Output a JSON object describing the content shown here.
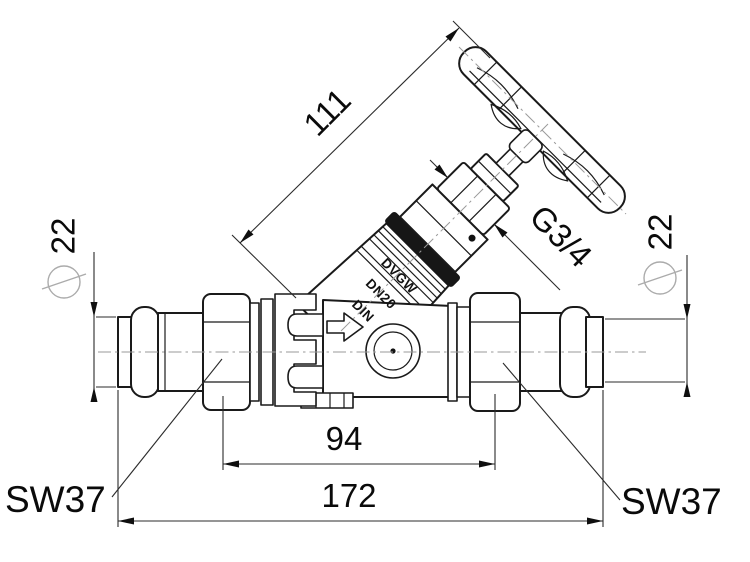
{
  "drawing": {
    "type": "technical-dimension-drawing",
    "subject": "inclined-seat valve with press connections and handwheel",
    "colors": {
      "background": "#ffffff",
      "outline": "#1a1a1a",
      "dimension_lines": "#2b2b2b",
      "centerlines": "#9a9a9a",
      "diameter_symbol": "#ababab"
    }
  },
  "dims": {
    "d111": "111",
    "g34": "G3/4",
    "d22_left": "22",
    "d22_right": "22",
    "d94": "94",
    "d172": "172",
    "sw37_left": "SW37",
    "sw37_right": "SW37"
  },
  "markings": {
    "dvgw": "DVGW",
    "dn20": "DN20",
    "din": "DIN"
  },
  "icons": {
    "flow_arrow": "flow-direction-arrow",
    "diameter_left": "diameter-symbol",
    "diameter_right": "diameter-symbol"
  }
}
